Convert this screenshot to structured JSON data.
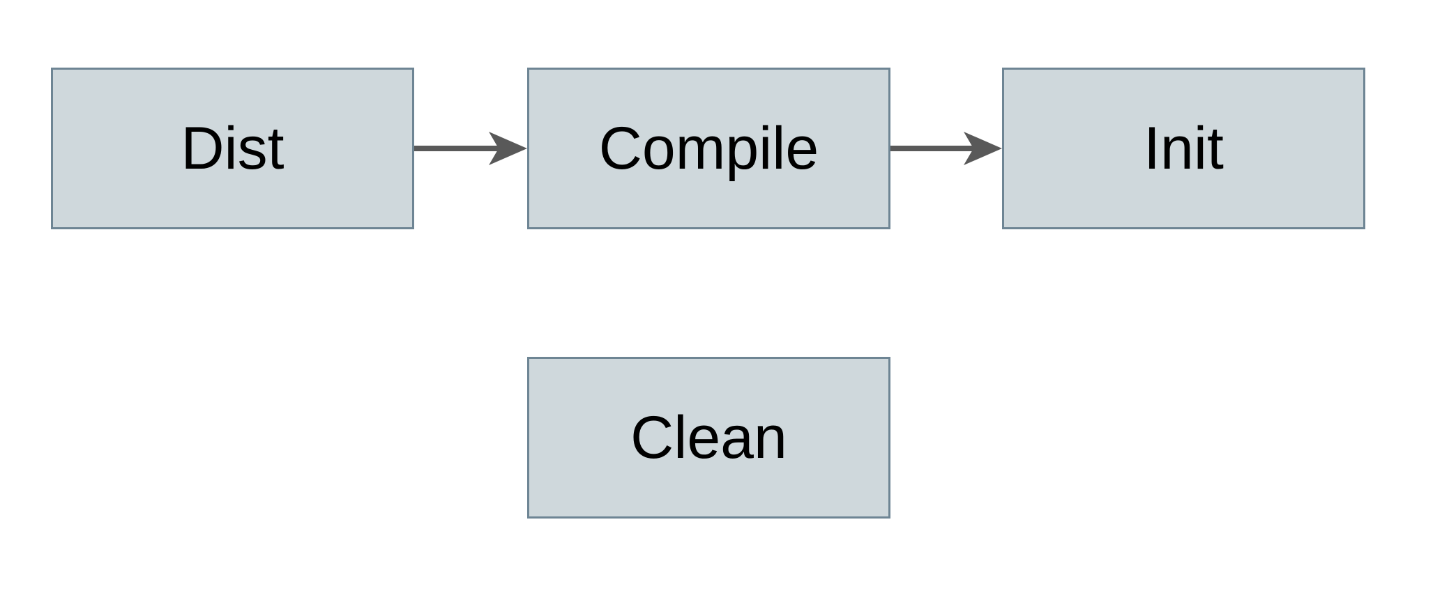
{
  "diagram": {
    "type": "flowchart",
    "nodes": [
      {
        "id": "dist",
        "label": "Dist"
      },
      {
        "id": "compile",
        "label": "Compile"
      },
      {
        "id": "init",
        "label": "Init"
      },
      {
        "id": "clean",
        "label": "Clean"
      }
    ],
    "edges": [
      {
        "from": "dist",
        "to": "compile",
        "style": "arrow"
      },
      {
        "from": "compile",
        "to": "init",
        "style": "arrow"
      }
    ],
    "colors": {
      "node_fill": "#cfd8dc",
      "node_border": "#6e8594",
      "arrow": "#595959",
      "text": "#000000",
      "canvas_background": "#ffffff"
    }
  }
}
